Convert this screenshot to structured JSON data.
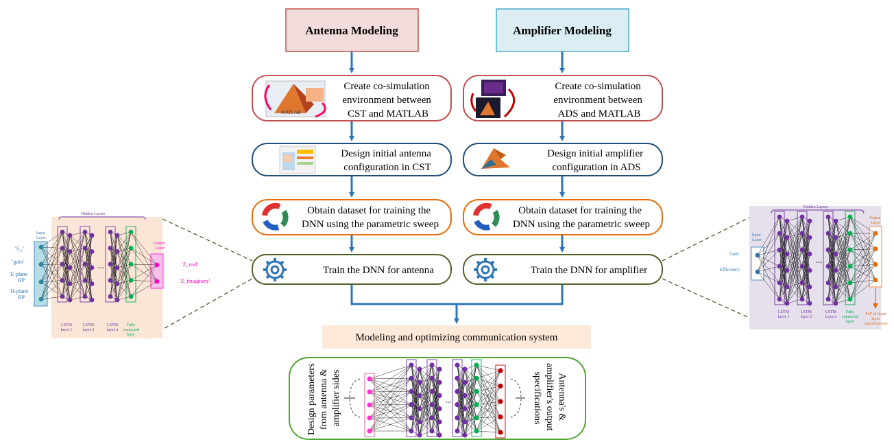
{
  "antenna": {
    "title": "Antenna Modeling",
    "step1": [
      "Create co-simulation",
      "environment between",
      "CST and MATLAB"
    ],
    "step2": [
      "Design initial antenna",
      "configuration in CST"
    ],
    "step3": [
      "Obtain dataset for training the",
      "DNN using the parametric sweep"
    ],
    "step4": "Train the DNN for antenna",
    "nn": {
      "hidden": "Hidden Layers",
      "input_layer": [
        "Input",
        "Layer"
      ],
      "output_layer": [
        "Output",
        "Layer"
      ],
      "inputs": [
        "'S₁₁'",
        "'gain'",
        "'E-plane",
        "RP'",
        "'H-plane",
        "RP'"
      ],
      "outputs": [
        "'Z_real'",
        "'Z_imaginary'"
      ],
      "layer_labels": [
        [
          "LSTM",
          "layer 1"
        ],
        [
          "LSTM",
          "layer 2"
        ],
        [
          "LSTM",
          "layer n"
        ],
        [
          "Fully",
          "connected",
          "layer"
        ]
      ]
    }
  },
  "amplifier": {
    "title": "Amplifier Modeling",
    "step1": [
      "Create co-simulation",
      "environment between",
      "ADS and MATLAB"
    ],
    "step2": [
      "Design initial amplifier",
      "configuration in ADS"
    ],
    "step3": [
      "Obtain dataset for training the",
      "DNN using the parametric sweep"
    ],
    "step4": "Train the DNN for amplifier",
    "nn": {
      "hidden": "Hidden Layers",
      "input_layer": [
        "Input",
        "Layer"
      ],
      "output_layer": [
        "Output",
        "Layer"
      ],
      "inputs": [
        "Gain",
        "Efficiency"
      ],
      "output_note": [
        "PoF of input",
        "layer",
        "specifications"
      ],
      "layer_labels": [
        [
          "LSTM",
          "layer 1"
        ],
        [
          "LSTM",
          "layer 2"
        ],
        [
          "LSTM",
          "layer n"
        ],
        [
          "Fully",
          "connected",
          "layer"
        ]
      ]
    }
  },
  "system": {
    "title": "Modeling and optimizing communication system",
    "left_label": [
      "Design parameters",
      "from antenna &",
      "amplifier sides"
    ],
    "right_label": [
      "Antenna's &",
      "amplifier's output",
      "specifications"
    ]
  },
  "icons": {
    "step1_antenna": "matlab-cst-cosim-icon",
    "step1_amplifier": "ads-matlab-cosim-icon",
    "step2_antenna": "cst-design-icon",
    "step2_amplifier": "matlab-logo-icon",
    "step3": "cycle-arrows-icon",
    "step4": "gear-icon"
  },
  "colors": {
    "antenna_header": "#f2dcdb",
    "amplifier_header": "#dbeef3",
    "header_border_left": "#c0504d",
    "header_border_right": "#4bacc6",
    "arrow": "#2e75b6",
    "step1_border": "#c0504d",
    "step2_border": "#1f4e79",
    "step3_border": "#e46c0a",
    "step4_border": "#4f6228",
    "system_title_bg": "#fde9d9",
    "system_border": "#4ea72e",
    "lstm": "#7030a0",
    "fc": "#00b050",
    "output_pink": "#ff00cc",
    "output_dark_red": "#c00000"
  }
}
